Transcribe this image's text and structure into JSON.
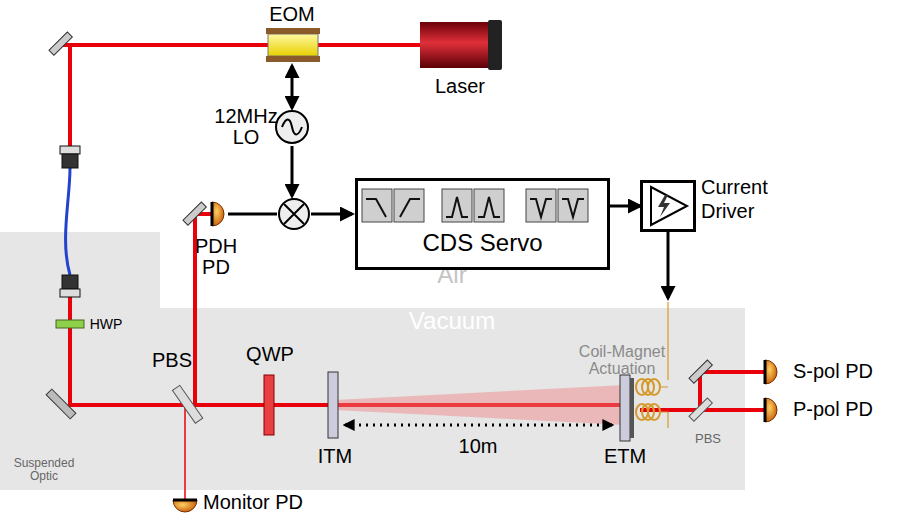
{
  "diagram": {
    "nodes": [
      {
        "text": [
          "CDS Servo"
        ]
      },
      {
        "text": [
          "Current Driver"
        ]
      }
    ],
    "edges": [
      {
        "from": 0,
        "to": 1,
        "arrow": "to"
      }
    ],
    "labels": [
      "EOM",
      "Laser",
      "12MHz LO",
      "PDH PD",
      "Air",
      "Vacuum",
      "HWP",
      "PBS",
      "QWP",
      "ITM",
      "10m",
      "ETM",
      "Coil-Magnet Actuation",
      "S-pol PD",
      "P-pol PD",
      "PBS",
      "Suspended Optic",
      "Monitor PD"
    ]
  }
}
